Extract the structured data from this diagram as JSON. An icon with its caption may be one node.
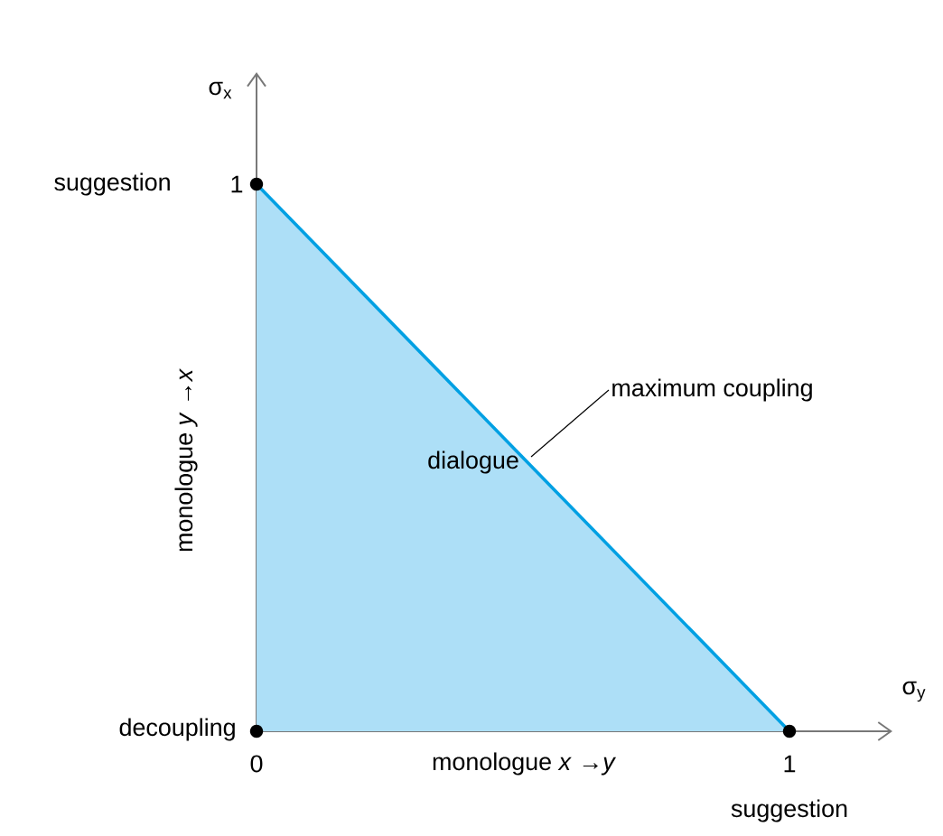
{
  "diagram": {
    "nodes": [
      {
        "text": [
          "dialogue"
        ]
      },
      {
        "text": [
          "maximum coupling"
        ]
      }
    ],
    "edges": [
      {
        "from": 1,
        "to": 0,
        "arrow": "none"
      }
    ],
    "labels": [
      "σ$_{x}$",
      "suggestion",
      "1",
      "monologue *y* →*x*",
      "σ$_{y}$",
      "decoupling",
      "0",
      "monologue *x* →*y*",
      "1",
      "suggestion"
    ]
  }
}
